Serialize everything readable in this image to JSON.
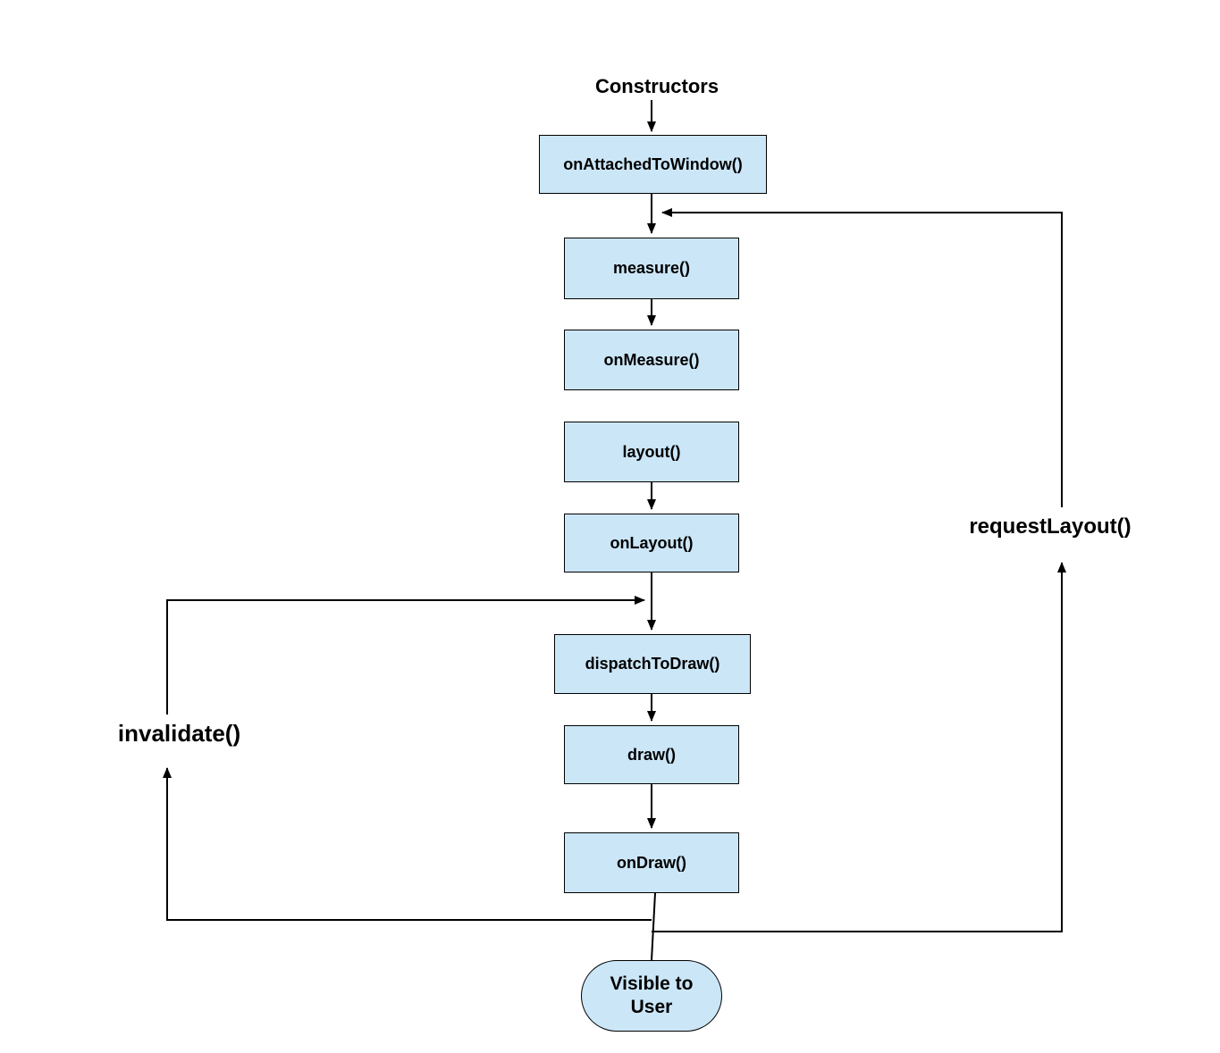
{
  "diagram": {
    "title": "Constructors",
    "nodes": [
      {
        "id": "onAttachedToWindow",
        "label": "onAttachedToWindow()"
      },
      {
        "id": "measure",
        "label": "measure()"
      },
      {
        "id": "onMeasure",
        "label": "onMeasure()"
      },
      {
        "id": "layout",
        "label": "layout()"
      },
      {
        "id": "onLayout",
        "label": "onLayout()"
      },
      {
        "id": "dispatchToDraw",
        "label": "dispatchToDraw()"
      },
      {
        "id": "draw",
        "label": "draw()"
      },
      {
        "id": "onDraw",
        "label": "onDraw()"
      }
    ],
    "loops": {
      "invalidate_label": "invalidate()",
      "request_layout_label": "requestLayout()"
    },
    "terminal": {
      "line1": "Visible to",
      "line2": "User"
    },
    "colors": {
      "node_fill": "#cbe6f7",
      "node_border": "#000000",
      "line": "#000000",
      "background": "#ffffff"
    }
  }
}
